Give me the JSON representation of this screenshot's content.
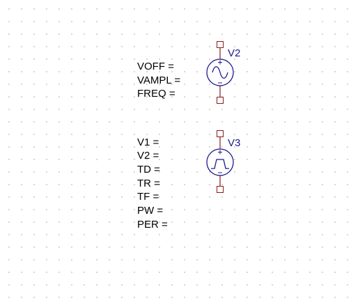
{
  "sources": [
    {
      "ref": "V2",
      "kind": "sine",
      "params": [
        "VOFF =",
        "VAMPL =",
        "FREQ ="
      ]
    },
    {
      "ref": "V3",
      "kind": "pulse",
      "params": [
        "V1 =",
        "V2 =",
        "TD =",
        "TR =",
        "TF =",
        "PW =",
        "PER ="
      ]
    }
  ],
  "colors": {
    "wire": "#8b1a1a",
    "body": "#1a1a8c",
    "text": "#000000",
    "grid": "#c8c8c8"
  }
}
